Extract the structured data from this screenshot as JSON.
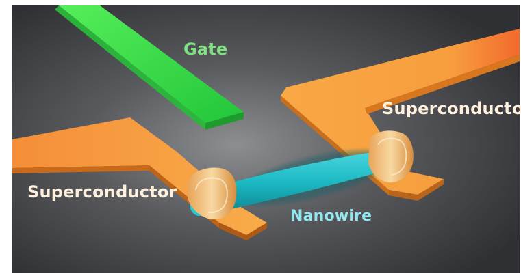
{
  "labels": {
    "gate": "Gate",
    "superconductor_right": "Superconductor",
    "superconductor_left": "Superconductor",
    "nanowire": "Nanowire"
  },
  "colors": {
    "background_dark": "#2f3034",
    "background_glow": "#8d8e90",
    "frame": "#ffffff",
    "gate_top": "#3ee24a",
    "gate_side": "#1f9a2c",
    "superconductor_top": "#f8a845",
    "superconductor_side": "#c76f1d",
    "superconductor_bright": "#f26a2c",
    "clamp": "#f6cf93",
    "nanowire": "#19bcc6",
    "nanowire_dark": "#0f8591",
    "label_gate": "#7fe081",
    "label_superconductor": "#fff1de",
    "label_nanowire": "#93e8ef"
  },
  "icons": {
    "gate": "gate-electrode",
    "superconductor_left": "superconductor-lead-left",
    "superconductor_right": "superconductor-lead-right",
    "nanowire": "nanowire-cylinder"
  }
}
